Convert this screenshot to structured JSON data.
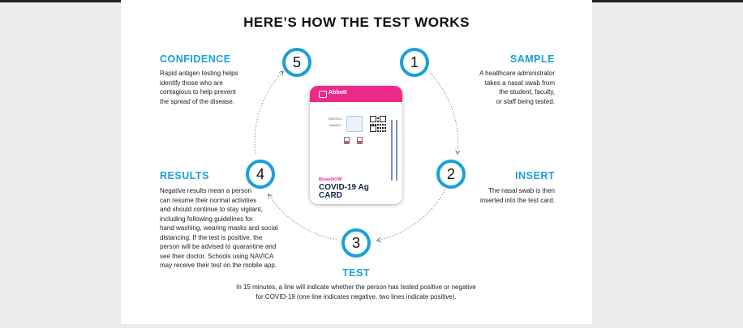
{
  "title": "HERE’S HOW THE TEST WORKS",
  "steps": [
    {
      "number": "1",
      "heading": "SAMPLE",
      "description": [
        "A healthcare administrator",
        "takes a nasal swab from",
        "the student, faculty,",
        "or staff being tested."
      ]
    },
    {
      "number": "2",
      "heading": "INSERT",
      "description": [
        "The nasal swab is then",
        "inserted into the test card."
      ]
    },
    {
      "number": "3",
      "heading": "TEST",
      "description": [
        "In 15 minutes, a line will indicate whether the person has tested positive or negative",
        "for COVID-19 (one line indicates negative, two lines indicate positive)."
      ]
    },
    {
      "number": "4",
      "heading": "RESULTS",
      "description": [
        "Negative results mean a person",
        "can resume their normal activities",
        "and should continue to stay vigilant,",
        "including following guidelines for",
        "hand washing, wearing masks and social",
        "distancing. If the test is positive, the",
        "person will be advised to quarantine and",
        "see their doctor. Schools using NAVICA",
        "may receive their test on the mobile app."
      ]
    },
    {
      "number": "5",
      "heading": "CONFIDENCE",
      "description": [
        "Rapid antigen testing helps",
        "identify those who are",
        "contagious to help prevent",
        "the spread of the disease."
      ]
    }
  ],
  "card": {
    "brand": "Abbott",
    "control_label": "CONTROL",
    "sample_label": "SAMPLE",
    "product_line": "BinaxNOW",
    "product_name_1": "COVID-19 Ag",
    "product_name_2": "CARD"
  },
  "colors": {
    "accent": "#1aa0d6",
    "card_brand": "#ec2a8a",
    "card_text": "#15224a"
  }
}
